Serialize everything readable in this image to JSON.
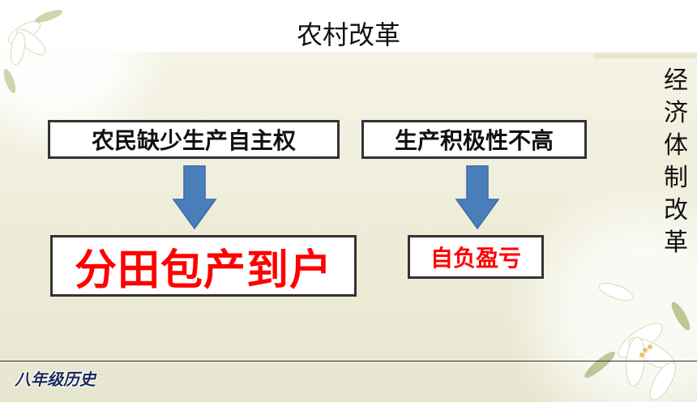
{
  "slide": {
    "title": "农村改革",
    "side_title": "经济体制改革",
    "boxes": {
      "cause_left": "农民缺少生产自主权",
      "cause_right": "生产积极性不高",
      "result_left": "分田包产到户",
      "result_right": "自负盈亏"
    },
    "footer_badge": "八年级历史"
  },
  "colors": {
    "arrow": "#4a7ebb",
    "highlight_text": "#ff0000"
  }
}
